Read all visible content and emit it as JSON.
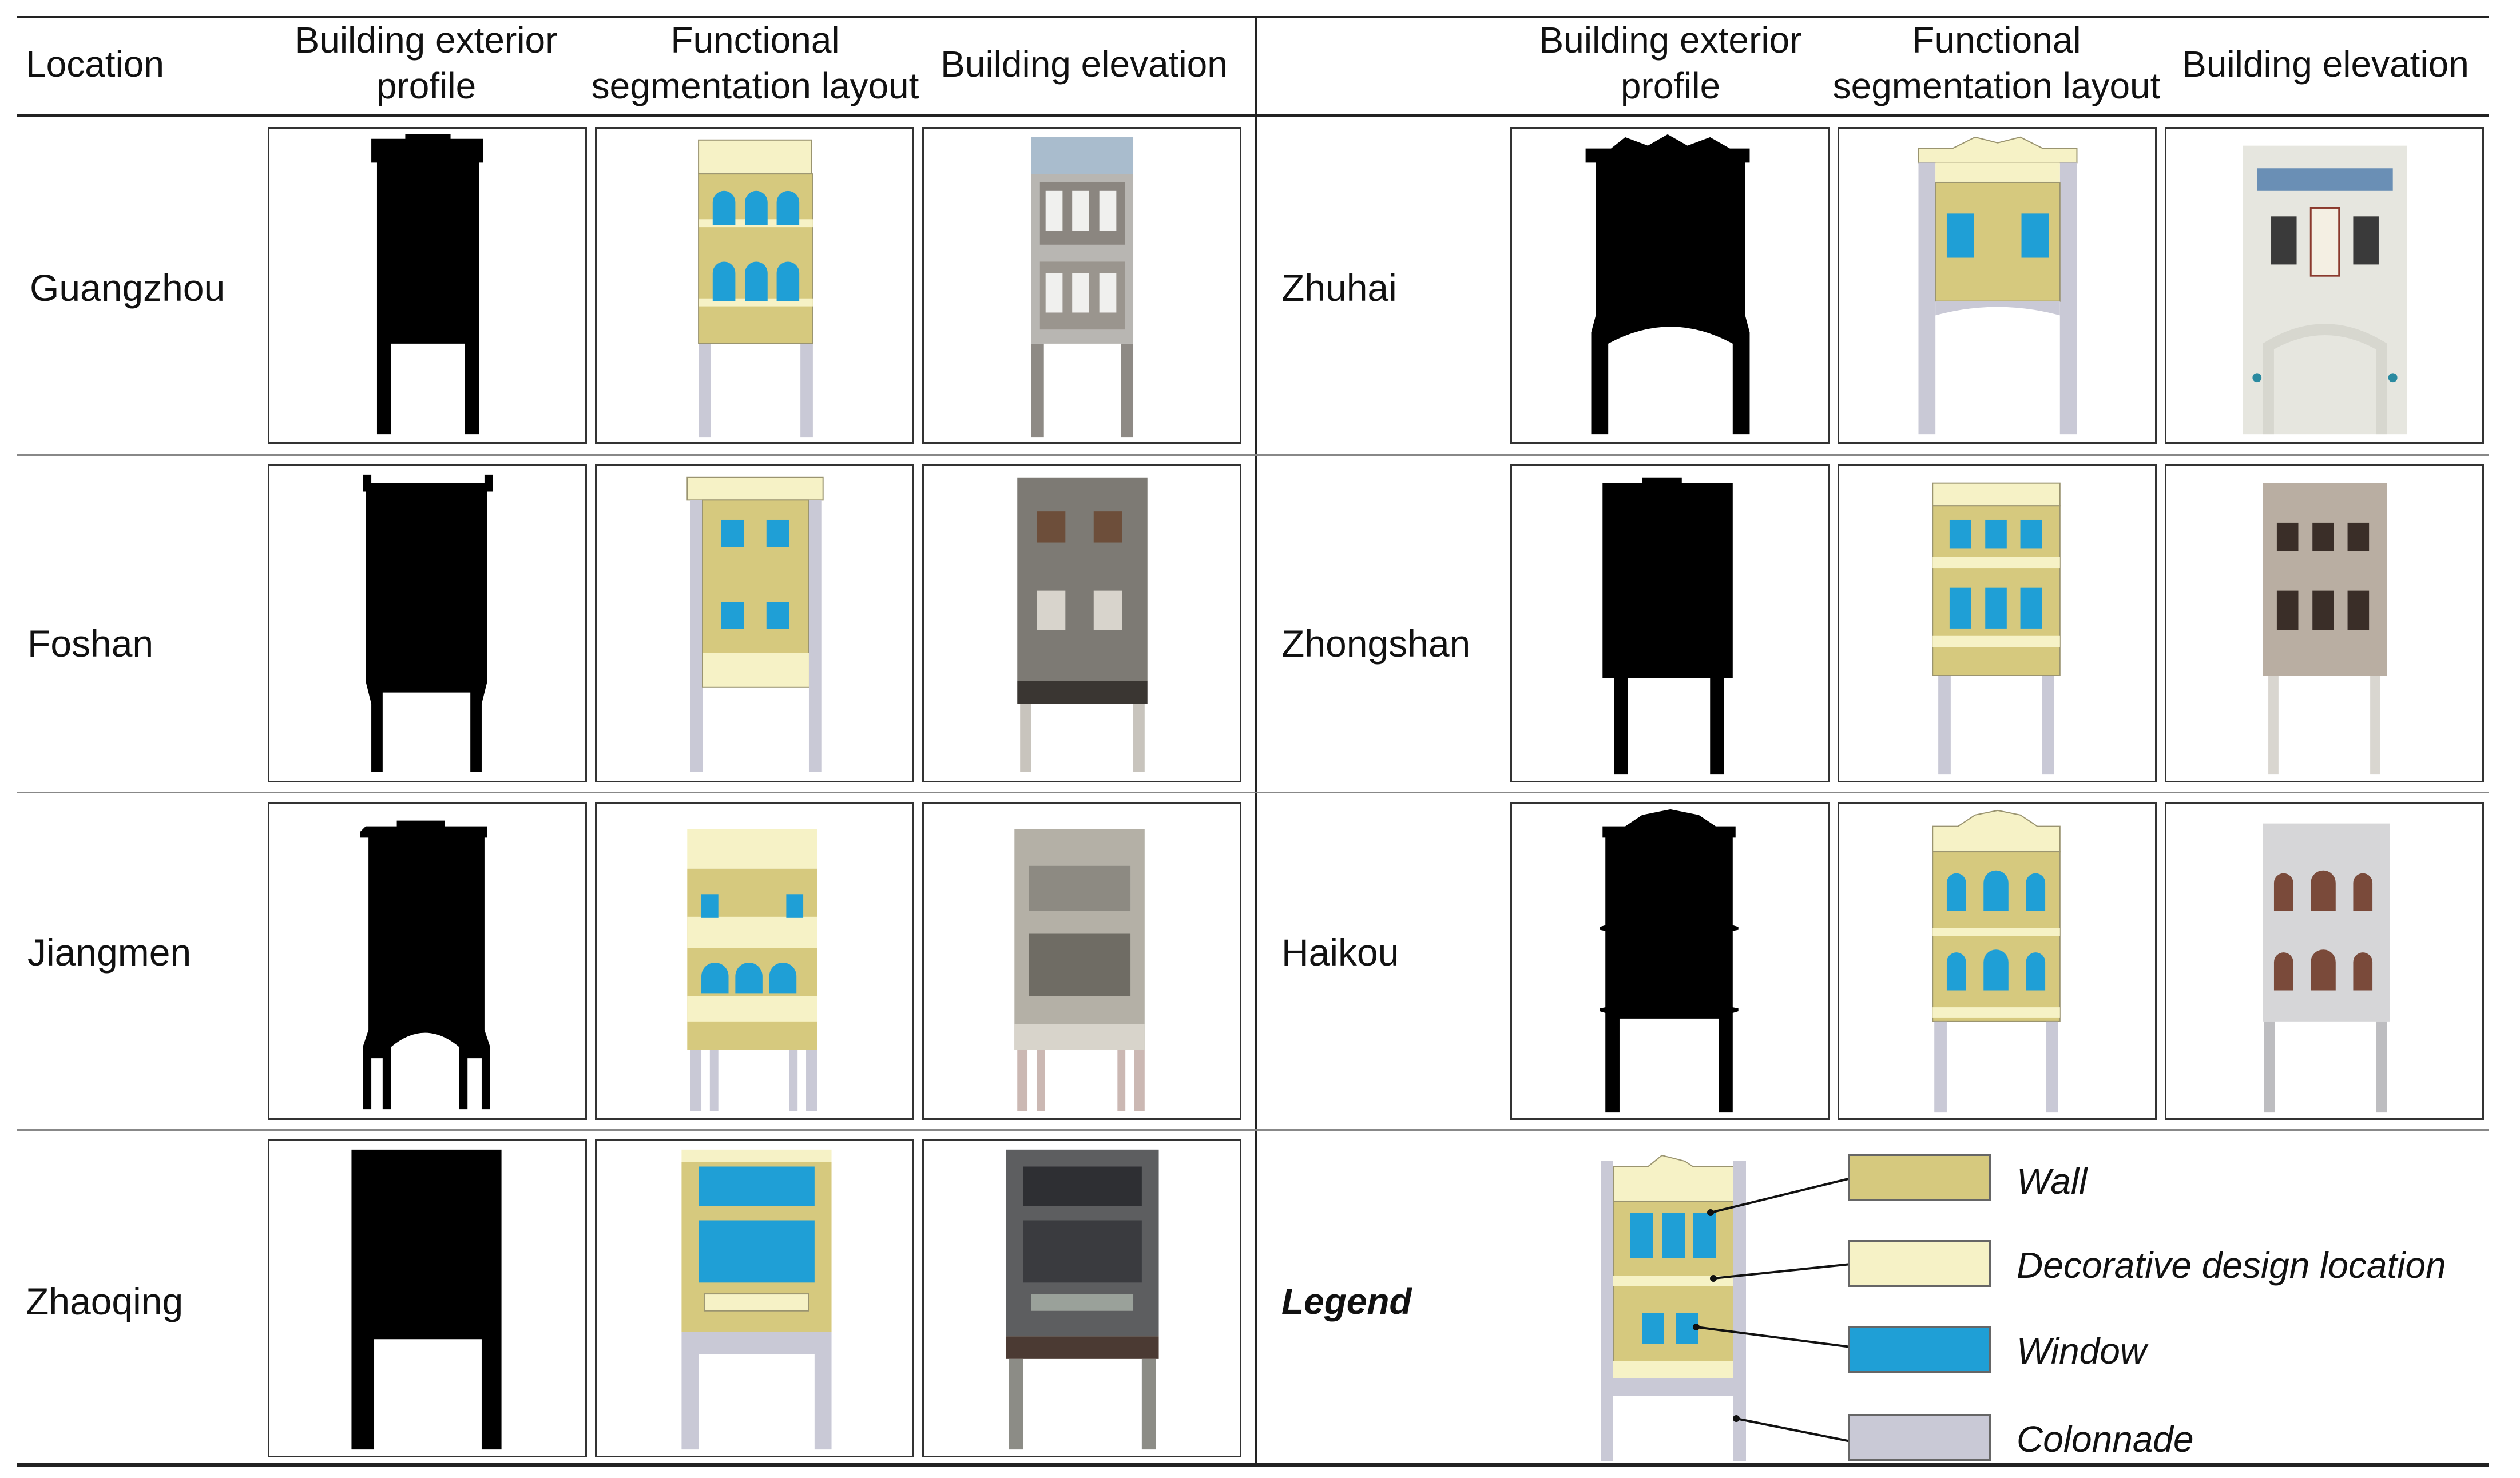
{
  "headers": {
    "location": "Location",
    "profile": "Building exterior profile",
    "layout": "Functional segmentation layout",
    "elevation": "Building elevation"
  },
  "rows_left": [
    {
      "location": "Guangzhou"
    },
    {
      "location": "Foshan"
    },
    {
      "location": "Jiangmen"
    },
    {
      "location": "Zhaoqing"
    }
  ],
  "rows_right": [
    {
      "location": "Zhuhai"
    },
    {
      "location": "Zhongshan"
    },
    {
      "location": "Haikou"
    }
  ],
  "legend": {
    "title": "Legend",
    "items": [
      {
        "label": "Wall",
        "color": "#d6c97e"
      },
      {
        "label": "Decorative design location",
        "color": "#f6f2c6"
      },
      {
        "label": "Window",
        "color": "#1f9fd6"
      },
      {
        "label": "Colonnade",
        "color": "#c9c9d6"
      }
    ]
  },
  "colors": {
    "wall": "#d6c97e",
    "decor": "#f6f2c6",
    "window": "#1f9fd6",
    "colonnade": "#c9c9d6",
    "silhouette": "#000000"
  }
}
